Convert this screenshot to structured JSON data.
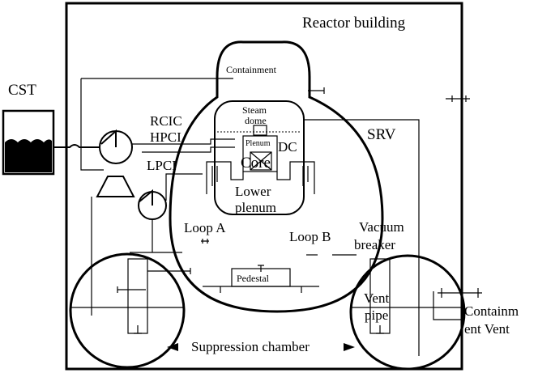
{
  "labels": {
    "reactor_building": "Reactor building",
    "cst": "CST",
    "containment": "Containment",
    "rcic": "RCIC",
    "hpci": "HPCI",
    "lpci": "LPCI",
    "steam_dome_1": "Steam",
    "steam_dome_2": "dome",
    "plenum": "Plenum",
    "dc": "DC",
    "core": "Core",
    "lower_plenum_1": "Lower",
    "lower_plenum_2": "plenum",
    "srv": "SRV",
    "loop_a": "Loop A",
    "loop_b": "Loop B",
    "vacuum_breaker_1": "Vacuum",
    "vacuum_breaker_2": "breaker",
    "pedestal": "Pedestal",
    "vent_pipe_1": "Vent",
    "vent_pipe_2": "pipe",
    "containment_vent_1": "Containm",
    "containment_vent_2": "ent Vent",
    "suppression_chamber": "Suppression chamber"
  }
}
